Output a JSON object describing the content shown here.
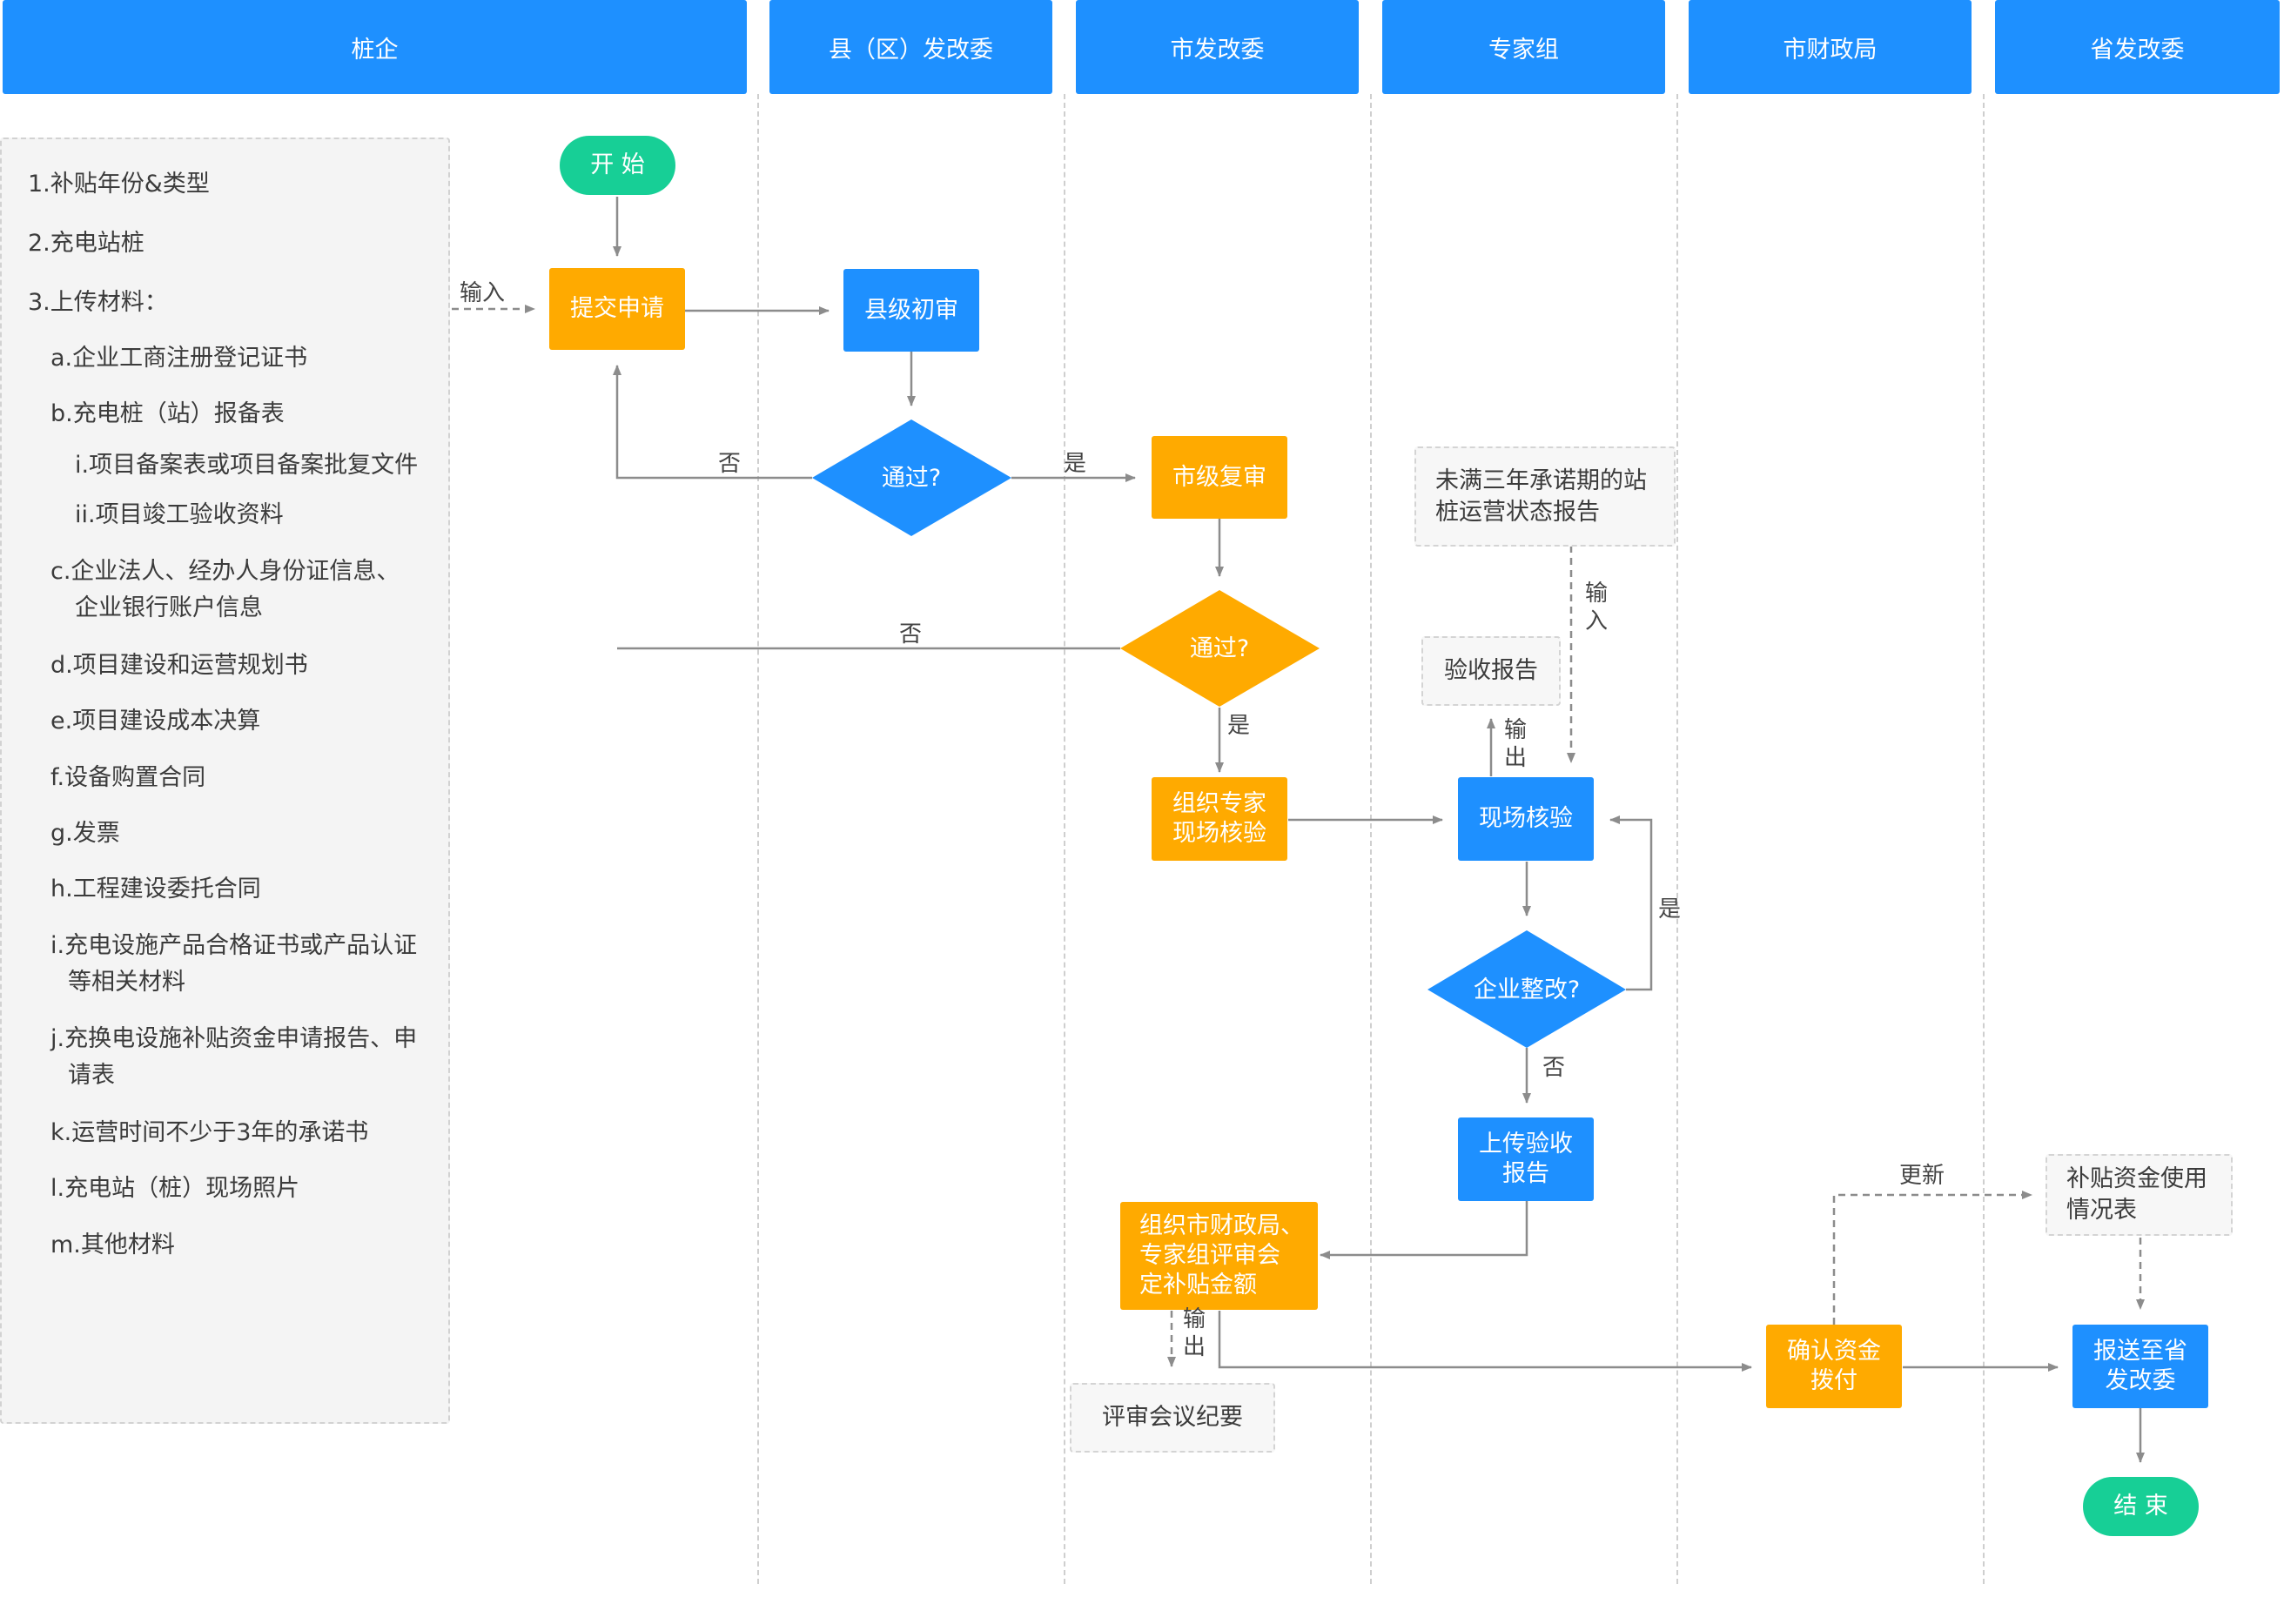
{
  "lanes": [
    "桩企",
    "县（区）发改委",
    "市发改委",
    "专家组",
    "市财政局",
    "省发改委"
  ],
  "requirements": {
    "item1": "1.补贴年份&类型",
    "item2": "2.充电站桩",
    "item3": "3.上传材料：",
    "a": "a.企业工商注册登记证书",
    "b": "b.充电桩（站）报备表",
    "b_i": "i.项目备案表或项目备案批复文件",
    "b_ii": "ii.项目竣工验收资料",
    "c1": "c.企业法人、经办人身份证信息、",
    "c2": "企业银行账户信息",
    "d": "d.项目建设和运营规划书",
    "e": "e.项目建设成本决算",
    "f": "f.设备购置合同",
    "g": "g.发票",
    "h": "h.工程建设委托合同",
    "i1": "i.充电设施产品合格证书或产品认证",
    "i2": "等相关材料",
    "j1": "j.充换电设施补贴资金申请报告、申",
    "j2": "请表",
    "k": "k.运营时间不少于3年的承诺书",
    "l": "l.充电站（桩）现场照片",
    "m": "m.其他材料"
  },
  "nodes": {
    "start": "开 始",
    "submit": "提交申请",
    "county_review": "县级初审",
    "pass1": "通过?",
    "city_review": "市级复审",
    "pass2": "通过?",
    "organize_expert_1": "组织专家",
    "organize_expert_2": "现场核验",
    "site_check": "现场核验",
    "rectify": "企业整改?",
    "upload_1": "上传验收",
    "upload_2": "报告",
    "organize_fin_1": "组织市财政局、",
    "organize_fin_2": "专家组评审会",
    "organize_fin_3": "定补贴金额",
    "confirm_1": "确认资金",
    "confirm_2": "拨付",
    "report_1": "报送至省",
    "report_2": "发改委",
    "end": "结 束"
  },
  "notes": {
    "ops_report_1": "未满三年承诺期的站",
    "ops_report_2": "桩运营状态报告",
    "acceptance_report": "验收报告",
    "meeting_minutes": "评审会议纪要",
    "usage_table_1": "补贴资金使用",
    "usage_table_2": "情况表"
  },
  "labels": {
    "input": "输入",
    "no": "否",
    "yes": "是",
    "in_v1": "输",
    "in_v2": "入",
    "out_v1": "输",
    "out_v2": "出",
    "update": "更新"
  },
  "colors": {
    "header": "#1e90ff",
    "process_orange": "#ffaa00",
    "process_blue": "#1e90ff",
    "terminal": "#17cf96",
    "arrow": "#8c8c8c"
  }
}
